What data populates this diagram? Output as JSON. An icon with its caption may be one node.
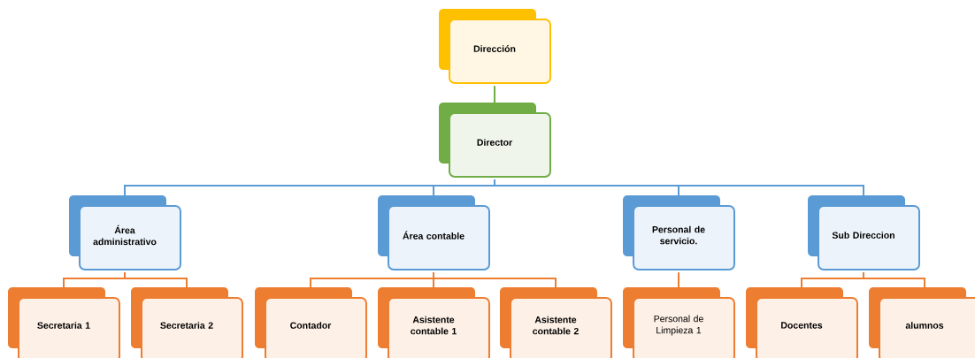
{
  "diagram": {
    "nodes": [
      {
        "text": [
          "Dirección"
        ]
      },
      {
        "text": [
          "Director"
        ]
      },
      {
        "text": [
          "Área administrativo"
        ]
      },
      {
        "text": [
          "Área contable"
        ]
      },
      {
        "text": [
          "Personal de servicio."
        ]
      },
      {
        "text": [
          "Sub Direccion"
        ]
      },
      {
        "text": [
          "Secretaria 1"
        ]
      },
      {
        "text": [
          "Secretaria 2"
        ]
      },
      {
        "text": [
          "Contador"
        ]
      },
      {
        "text": [
          "Asistente contable 1"
        ]
      },
      {
        "text": [
          "Asistente contable 2"
        ]
      },
      {
        "text": [
          "Personal de Limpieza 1"
        ]
      },
      {
        "text": [
          "Docentes"
        ]
      },
      {
        "text": [
          "alumnos"
        ]
      }
    ],
    "edges": [
      {
        "from": 0,
        "to": 1,
        "arrow": "none",
        "color": "#70ad47"
      },
      {
        "from": 1,
        "to": 2,
        "arrow": "none",
        "color": "#5b9bd5"
      },
      {
        "from": 1,
        "to": 3,
        "arrow": "none",
        "color": "#5b9bd5"
      },
      {
        "from": 1,
        "to": 4,
        "arrow": "none",
        "color": "#5b9bd5"
      },
      {
        "from": 1,
        "to": 5,
        "arrow": "none",
        "color": "#5b9bd5"
      },
      {
        "from": 2,
        "to": 6,
        "arrow": "none"
      },
      {
        "from": 2,
        "to": 7,
        "arrow": "none"
      },
      {
        "from": 3,
        "to": 8,
        "arrow": "none"
      },
      {
        "from": 3,
        "to": 9,
        "arrow": "none"
      },
      {
        "from": 3,
        "to": 10,
        "arrow": "none"
      },
      {
        "from": 4,
        "to": 11,
        "arrow": "none"
      },
      {
        "from": 5,
        "to": 12,
        "arrow": "none"
      },
      {
        "from": 5,
        "to": 13,
        "arrow": "none"
      }
    ]
  }
}
